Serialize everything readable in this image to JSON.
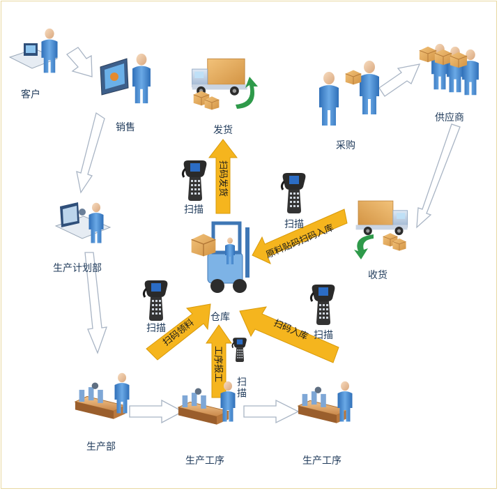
{
  "nodes": {
    "customer": "客户",
    "sales": "销售",
    "shipping": "发货",
    "purchasing": "采购",
    "supplier": "供应商",
    "planning": "生产计划部",
    "warehouse": "仓库",
    "receiving": "收货",
    "production": "生产部",
    "process1": "生产工序",
    "process2": "生产工序"
  },
  "arrows": {
    "scan_ship": "扫码发货",
    "scan_material_in": "原料贴码扫码入库",
    "scan_pick": "扫码领料",
    "process_report": "工序报工",
    "scan_in": "扫码入库"
  },
  "scanner_labels": {
    "top": "扫描",
    "right_top": "扫描",
    "left_mid": "扫描",
    "right_mid": "扫描",
    "bottom": "扫描"
  },
  "colors": {
    "yellow_arrow": "#f5b51e",
    "yellow_arrow_edge": "#d89a0a",
    "hollow_arrow": "#a8b4c4",
    "person_blue": "#4a8bd0",
    "label_text": "#1f3a5a"
  }
}
